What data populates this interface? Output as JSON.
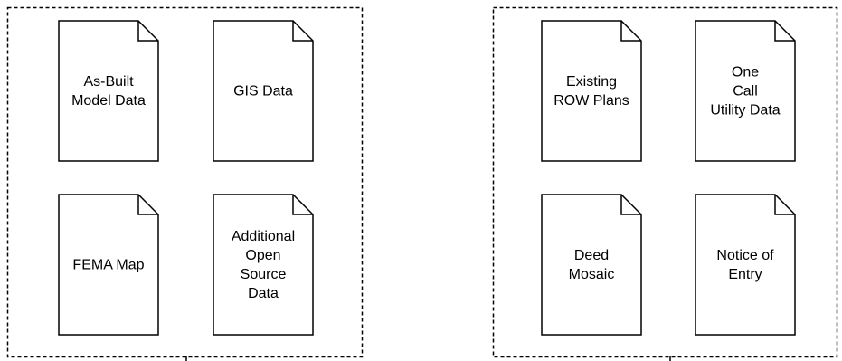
{
  "groups": [
    {
      "id": "left",
      "documents": [
        {
          "id": "as-built",
          "label": "As-Built\nModel Data"
        },
        {
          "id": "gis",
          "label": "GIS Data"
        },
        {
          "id": "fema",
          "label": "FEMA Map"
        },
        {
          "id": "open-source",
          "label": "Additional\nOpen\nSource\nData"
        }
      ]
    },
    {
      "id": "right",
      "documents": [
        {
          "id": "row-plans",
          "label": "Existing\nROW Plans"
        },
        {
          "id": "one-call",
          "label": "One\nCall\nUtility Data"
        },
        {
          "id": "deed",
          "label": "Deed\nMosaic"
        },
        {
          "id": "notice",
          "label": "Notice of\nEntry"
        }
      ]
    }
  ],
  "style": {
    "stroke": "#000000",
    "fill": "#ffffff",
    "text": "#000000"
  }
}
